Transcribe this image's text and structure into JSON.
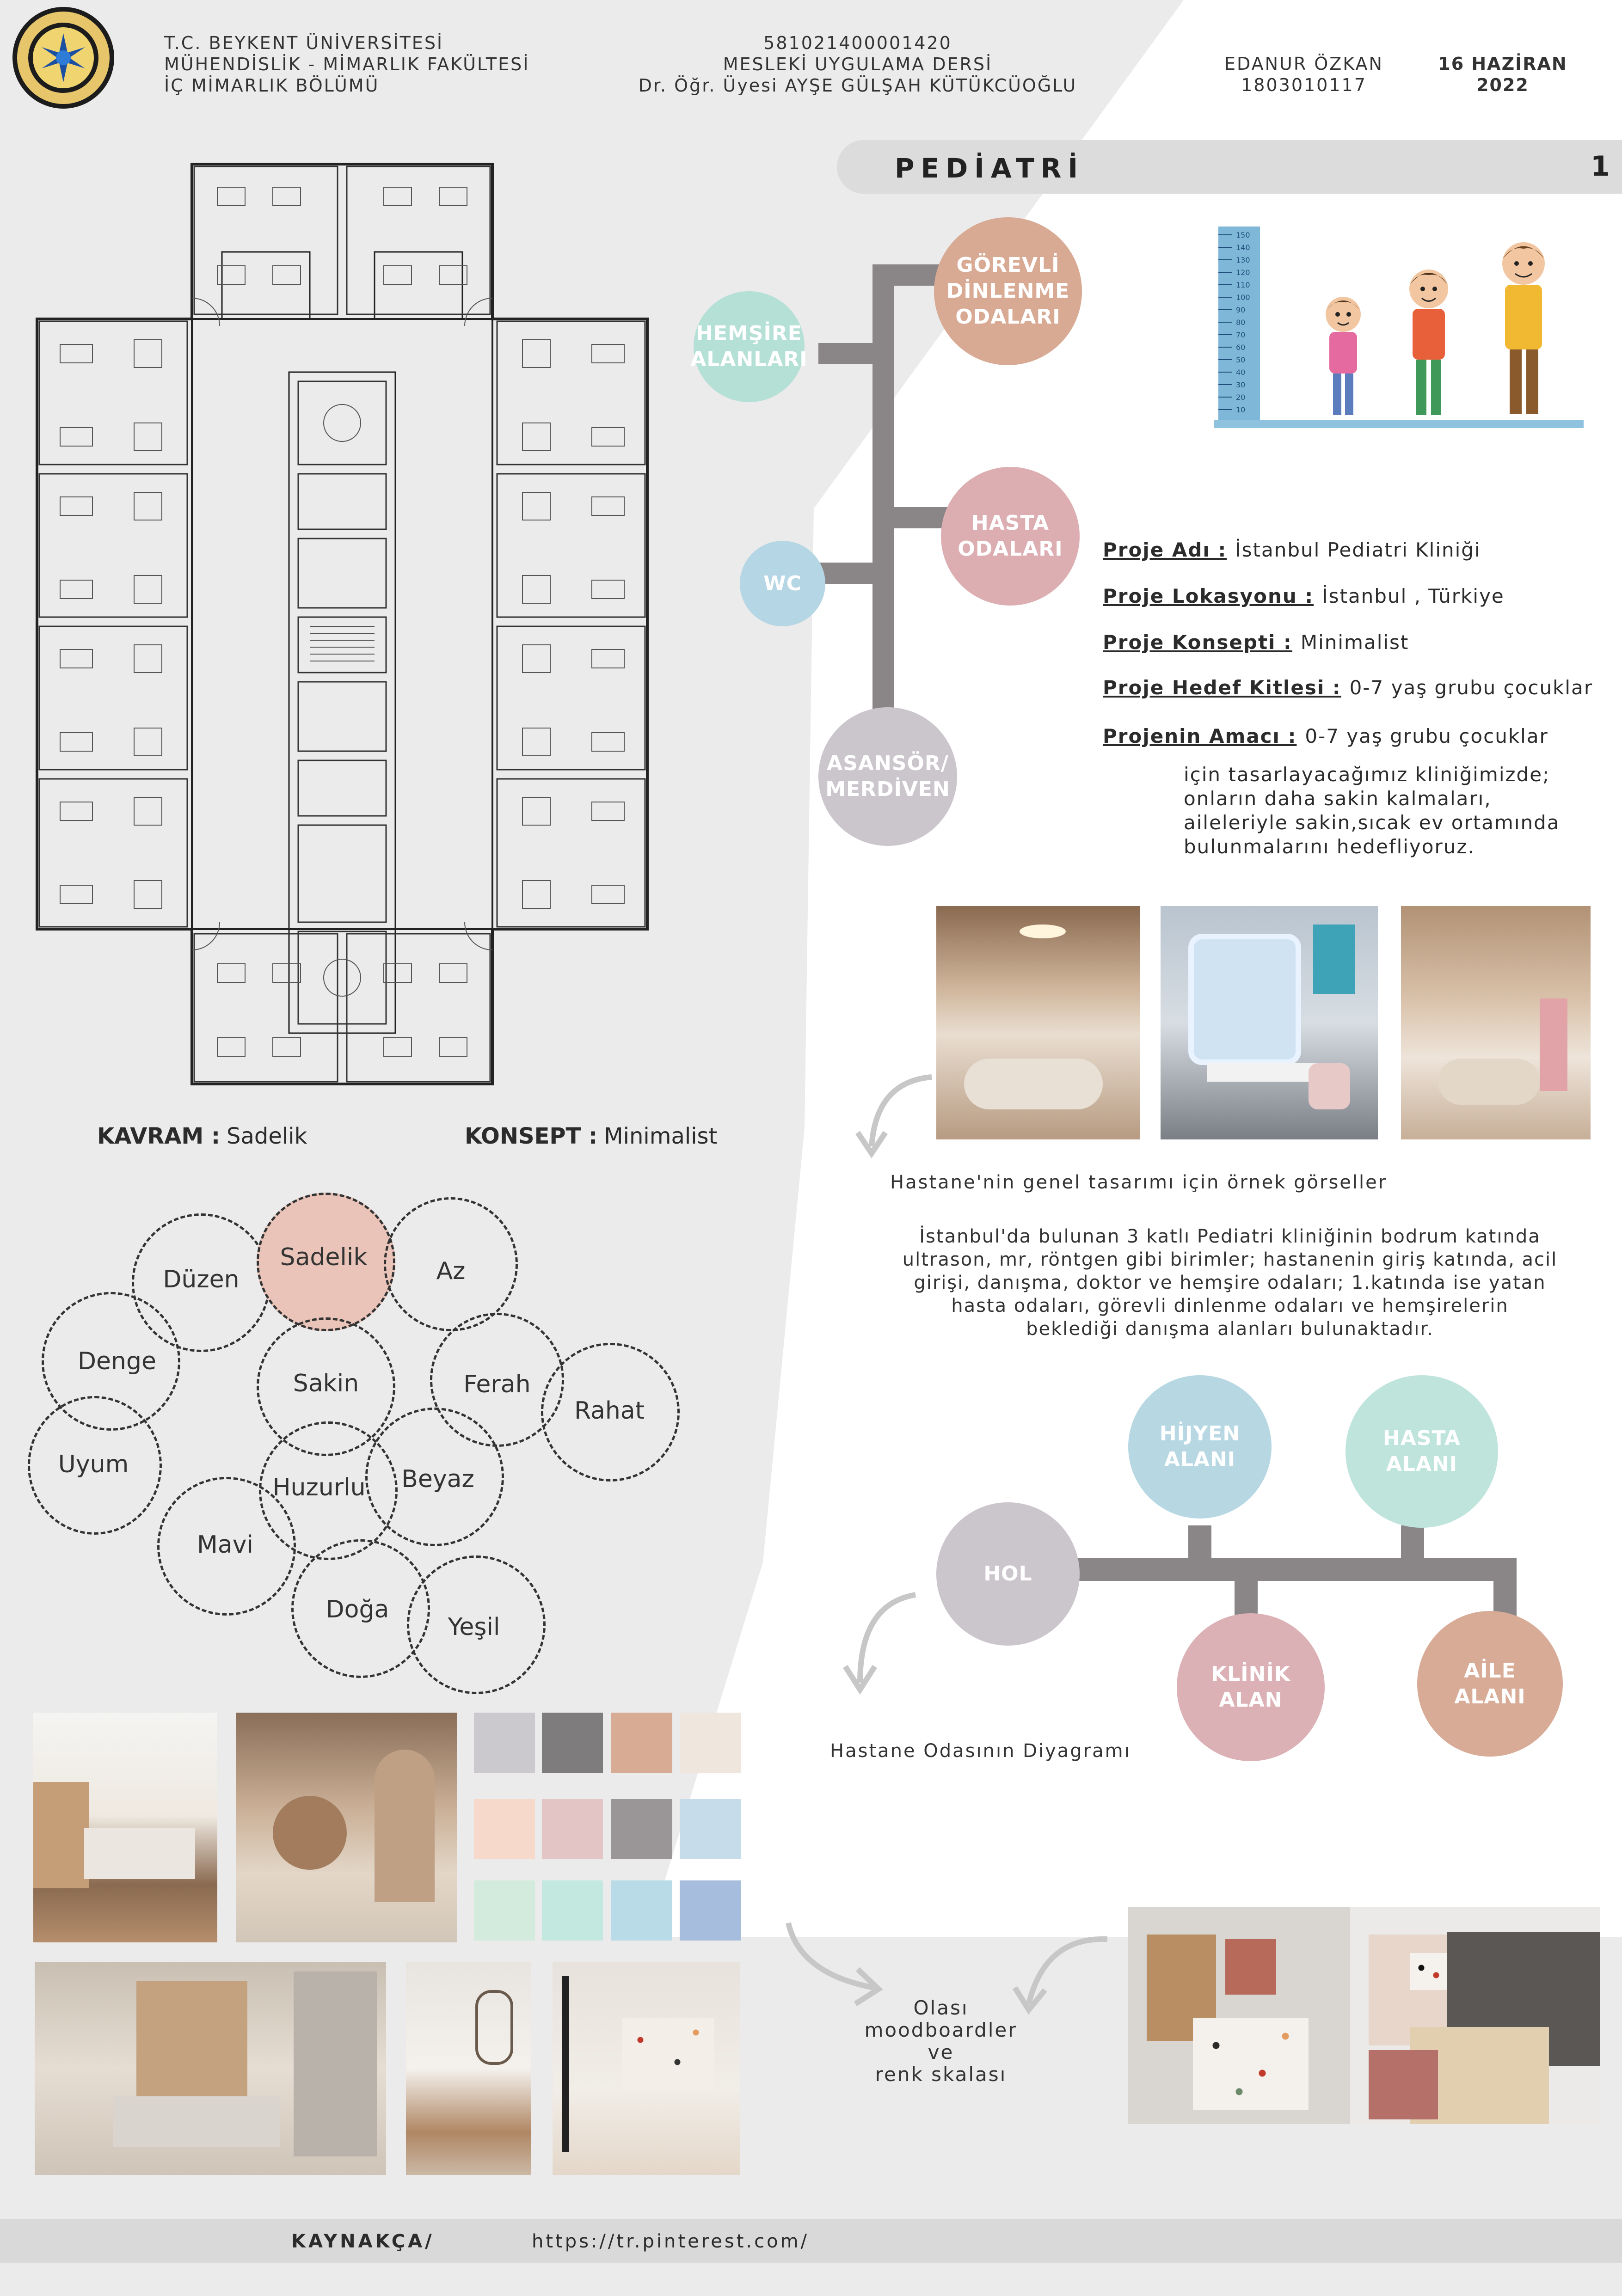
{
  "header": {
    "university": [
      "T.C. BEYKENT ÜNİVERSİTESİ",
      "MÜHENDİSLİK - MİMARLIK FAKÜLTESİ",
      "İÇ MİMARLIK BÖLÜMÜ"
    ],
    "course": [
      "581021400001420",
      "MESLEKİ UYGULAMA DERSİ",
      "Dr. Öğr. Üyesi AYŞE GÜLŞAH KÜTÜKCÜOĞLU"
    ],
    "student": [
      "EDANUR ÖZKAN",
      "1803010117"
    ],
    "date": [
      "16 HAZİRAN",
      "2022"
    ]
  },
  "title": "PEDİATRİ",
  "page_number": "1",
  "diagram_top": {
    "nodes": [
      {
        "id": "hemsire",
        "label": "HEMŞİRE\nALANLARI",
        "color": "#b5e0d6"
      },
      {
        "id": "gorevli",
        "label": "GÖREVLİ\nDİNLENME\nODALARI",
        "color": "#d8a993"
      },
      {
        "id": "hasta",
        "label": "HASTA\nODALARI",
        "color": "#dcaeb2"
      },
      {
        "id": "wc",
        "label": "WC",
        "color": "#b5d6e4"
      },
      {
        "id": "asansor",
        "label": "ASANSÖR/\nMERDİVEN",
        "color": "#cac6cc"
      }
    ]
  },
  "growth_chart": {
    "ticks": [
      "150",
      "140",
      "130",
      "120",
      "110",
      "100",
      "90",
      "80",
      "70",
      "60",
      "50",
      "40",
      "30",
      "20",
      "10"
    ]
  },
  "project_info": [
    {
      "key": "Proje Adı :",
      "value": "İstanbul Pediatri Kliniği"
    },
    {
      "key": "Proje Lokasyonu :",
      "value": "İstanbul , Türkiye"
    },
    {
      "key": "Proje Konsepti :",
      "value": "Minimalist"
    },
    {
      "key": "Proje Hedef Kitlesi :",
      "value": "0-7 yaş grubu çocuklar"
    },
    {
      "key": "Projenin Amacı :",
      "value": "0-7 yaş grubu çocuklar"
    }
  ],
  "aim_text": "için tasarlayacağımız kliniğimizde;\nonların daha sakin kalmaları,\naileleriyle sakin,sıcak ev ortamında\nbulunmalarını hedefliyoruz.",
  "examples_caption": "Hastane'nin genel tasarımı için örnek görseller",
  "description": "İstanbul'da bulunan 3 katlı Pediatri kliniğinin bodrum katında ultrason, mr, röntgen gibi birimler; hastanenin giriş katında, acil girişi, danışma, doktor ve hemşire odaları; 1.katında ise yatan hasta odaları, görevli dinlenme odaları ve hemşirelerin beklediği danışma alanları bulunaktadır.",
  "diagram_room": {
    "caption": "Hastane Odasının Diyagramı",
    "nodes": [
      {
        "id": "hol",
        "label": "HOL",
        "color": "#cbc6cb"
      },
      {
        "id": "hijyen",
        "label": "HİJYEN\nALANI",
        "color": "#b7d8e3"
      },
      {
        "id": "hasta",
        "label": "HASTA\nALANI",
        "color": "#bfe4dc"
      },
      {
        "id": "klinik",
        "label": "KLİNİK\nALAN",
        "color": "#dcb1b6"
      },
      {
        "id": "aile",
        "label": "AİLE\nALANI",
        "color": "#d8ab97"
      }
    ]
  },
  "concept": {
    "kavram_label": "KAVRAM :",
    "kavram_value": "Sadelik",
    "konsept_label": "KONSEPT :",
    "konsept_value": "Minimalist"
  },
  "word_cloud": [
    "Düzen",
    "Sadelik",
    "Az",
    "Denge",
    "Sakin",
    "Ferah",
    "Rahat",
    "Uyum",
    "Huzurlu",
    "Beyaz",
    "Mavi",
    "Doğa",
    "Yeşil"
  ],
  "highlight_color": "#eac4b8",
  "palette": [
    "#cbc8ce",
    "#7f7c7e",
    "#d8ab95",
    "#efe6de",
    "#f7d9cc",
    "#e3c5c6",
    "#9a9697",
    "#c6dceb",
    "#d2ebdc",
    "#c3e8e0",
    "#b9dbe7",
    "#a7bddd"
  ],
  "moodboard_caption": "Olası\nmoodboardler\nve\nrenk skalası",
  "footer": {
    "label": "KAYNAKÇA/",
    "value": "https://tr.pinterest.com/"
  }
}
